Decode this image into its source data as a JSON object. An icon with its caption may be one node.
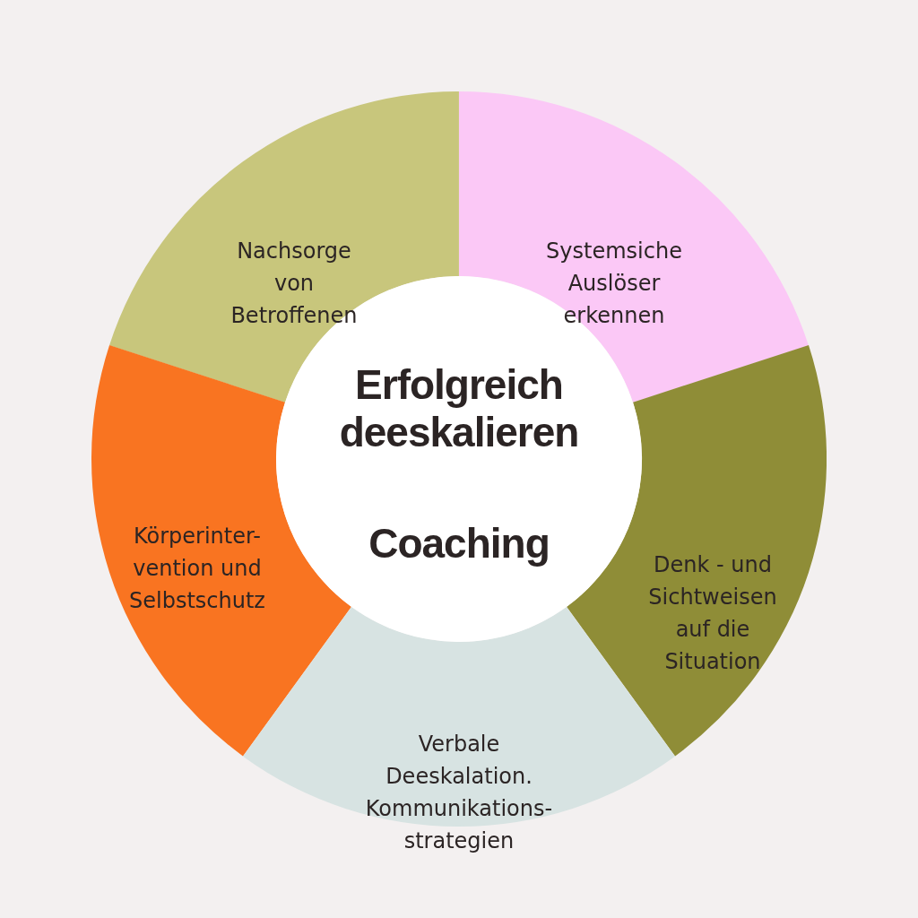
{
  "diagram": {
    "nodes": [
      {
        "text": [
          "Nachsorge von Betroffenen"
        ]
      },
      {
        "text": [
          "Systemsiche Auslöser erkennen"
        ]
      },
      {
        "text": [
          "Erfolgreich deeskalieren",
          "Coaching"
        ]
      },
      {
        "text": [
          "Körperinter- vention und Selbstschutz"
        ]
      },
      {
        "text": [
          "Denk - und Sichtweisen auf die Situation"
        ]
      },
      {
        "text": [
          "Verbale Deeskalation. Kommunikations- strategien"
        ]
      }
    ],
    "edges": []
  }
}
